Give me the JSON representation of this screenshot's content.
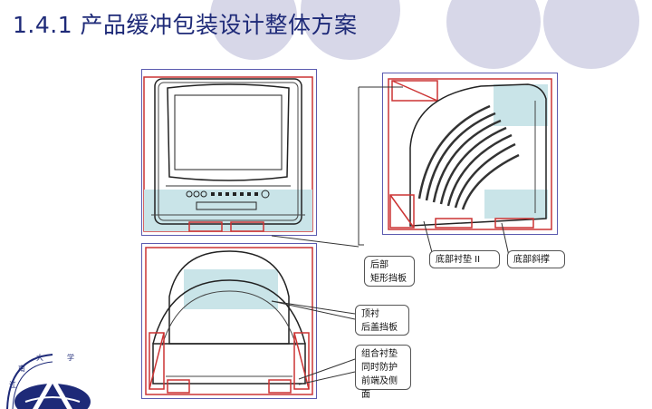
{
  "slide": {
    "title": "1.4.1 产品缓冲包装设计整体方案",
    "accent_color": "#d7d7e8",
    "title_color": "#1e2a78"
  },
  "figures": [
    {
      "label": "tv-front-view"
    },
    {
      "label": "tv-side-view"
    },
    {
      "label": "tv-top-view"
    }
  ],
  "callouts": {
    "rear": "后部\n矩形挡板",
    "bottom_pad": "底部衬垫 II",
    "bottom_brace": "底部斜撑",
    "top_pad": "顶衬\n后盖挡板",
    "combo": "组合衬垫\n同时防护\n前端及侧面"
  },
  "logo": {
    "icon": "university-seal-icon"
  }
}
